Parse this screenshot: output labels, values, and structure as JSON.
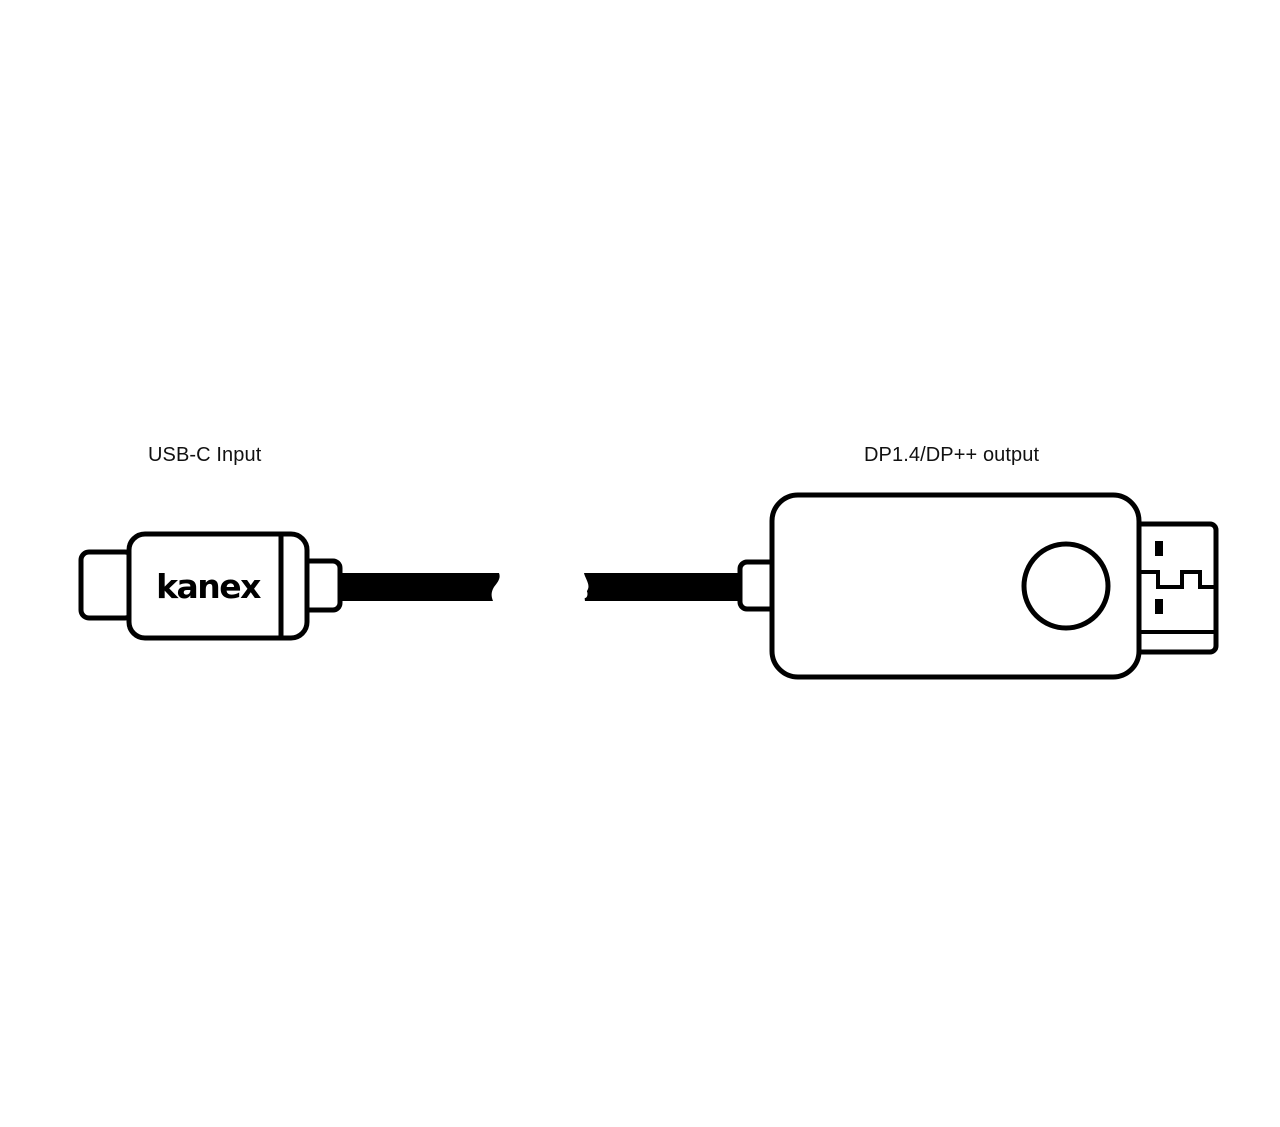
{
  "labels": {
    "input": "USB-C Input",
    "output": "DP1.4/DP++ output"
  },
  "brand": {
    "text": "kanex"
  },
  "colors": {
    "stroke": "#000000",
    "background": "#ffffff",
    "label_text": "#111111"
  }
}
